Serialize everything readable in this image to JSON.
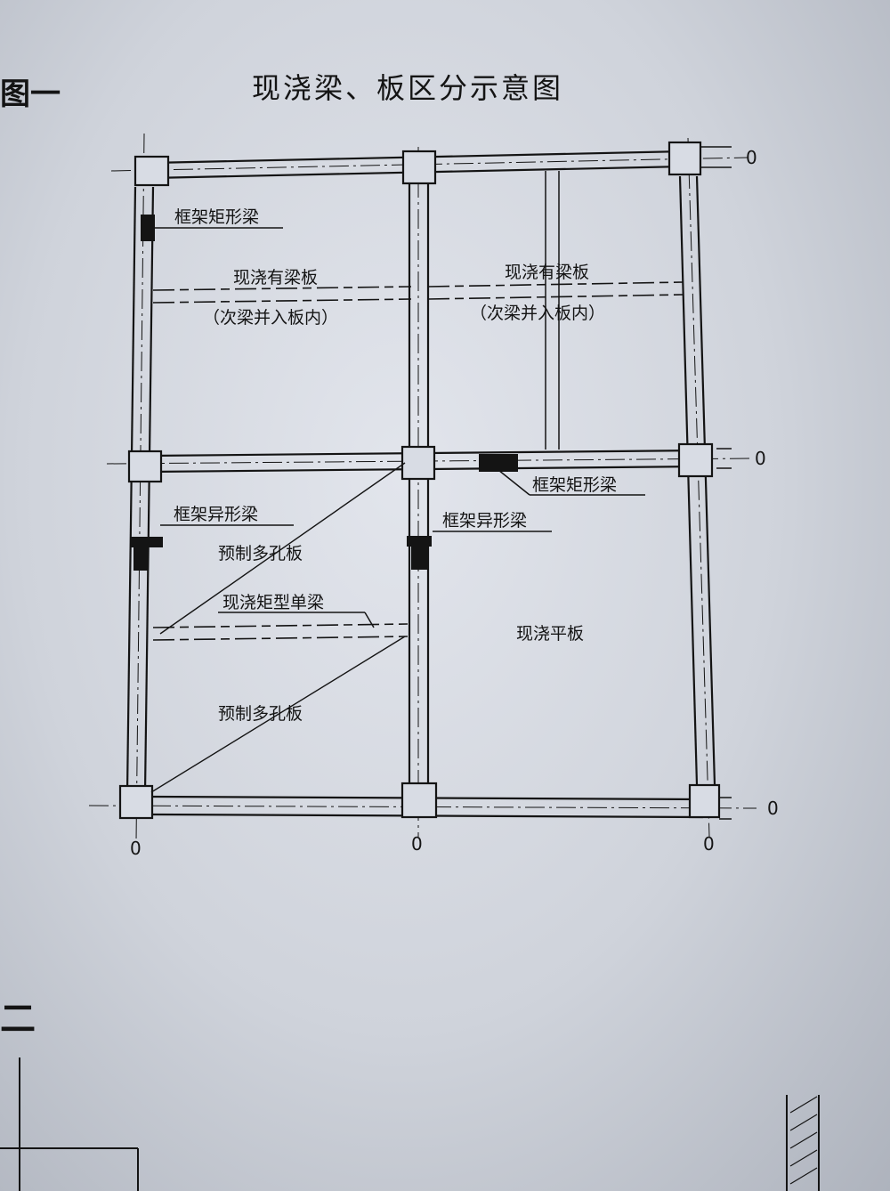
{
  "header": {
    "figure_label": "图一",
    "title": "现浇梁、板区分示意图"
  },
  "labels": {
    "frame_rect_beam_top": "框架矩形梁",
    "cast_slab_left": "现浇有梁板",
    "cast_slab_left_note": "（次梁并入板内）",
    "cast_slab_right": "现浇有梁板",
    "cast_slab_right_note": "（次梁并入板内）",
    "frame_rect_beam_mid": "框架矩形梁",
    "frame_special_beam_left": "框架异形梁",
    "frame_special_beam_mid": "框架异形梁",
    "precast_slab_upper": "预制多孔板",
    "cast_single_beam": "现浇矩型单梁",
    "precast_slab_lower": "预制多孔板",
    "cast_flat_slab": "现浇平板"
  },
  "axis_marks": {
    "right_top": "0",
    "right_mid": "0",
    "right_bottom": "0",
    "bottom_left": "0",
    "bottom_mid": "0",
    "bottom_right": "0"
  },
  "footer": {
    "corner_mark": "二"
  },
  "colors": {
    "ink": "#141414",
    "paper": "#d8dce4"
  }
}
